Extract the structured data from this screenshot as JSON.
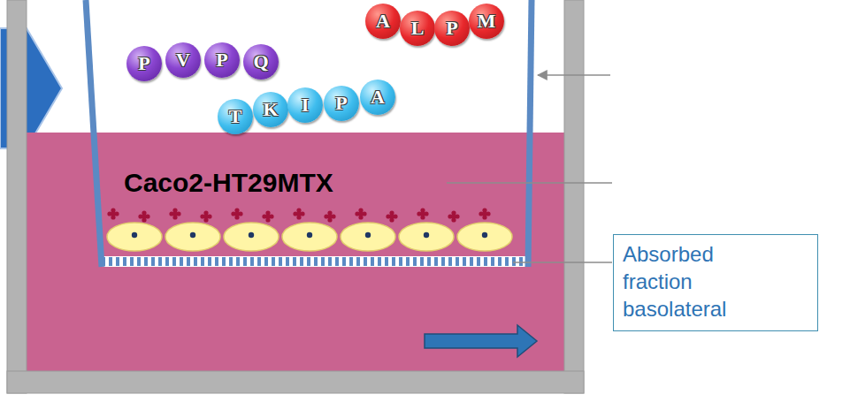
{
  "diagram": {
    "nodes": [
      {
        "text": [
          "P"
        ]
      },
      {
        "text": [
          "V"
        ]
      },
      {
        "text": [
          "P"
        ]
      },
      {
        "text": [
          "Q"
        ]
      },
      {
        "text": [
          "A"
        ]
      },
      {
        "text": [
          "L"
        ]
      },
      {
        "text": [
          "P"
        ]
      },
      {
        "text": [
          "M"
        ]
      },
      {
        "text": [
          "T"
        ]
      },
      {
        "text": [
          "K"
        ]
      },
      {
        "text": [
          "I"
        ]
      },
      {
        "text": [
          "P"
        ]
      },
      {
        "text": [
          "A"
        ]
      },
      {
        "text": [
          "Absorbed fraction basolateral"
        ]
      }
    ],
    "labels": [
      "Caco2-HT29MTX"
    ]
  }
}
